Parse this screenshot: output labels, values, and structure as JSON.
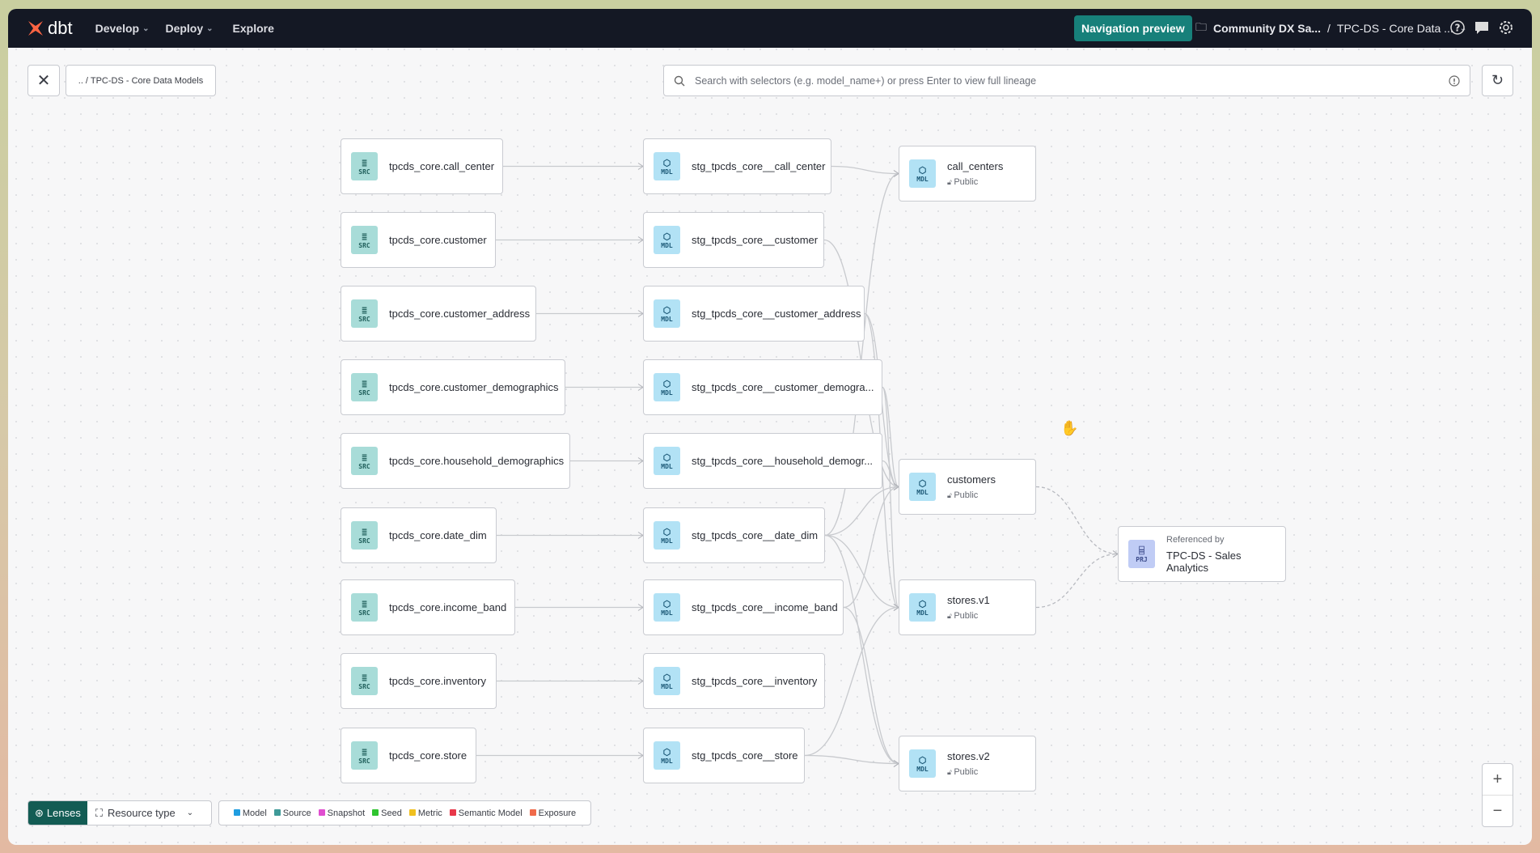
{
  "topbar": {
    "brand": "dbt",
    "nav": [
      {
        "label": "Develop",
        "dropdown": true
      },
      {
        "label": "Deploy",
        "dropdown": true
      },
      {
        "label": "Explore",
        "dropdown": false
      }
    ],
    "nav_preview": "Navigation preview",
    "account": "Community DX Sa...",
    "project": "TPC-DS - Core Data ...",
    "icons": [
      "help-icon",
      "feedback-icon",
      "gear-icon"
    ]
  },
  "toolbar": {
    "breadcrumb": ".. / TPC-DS - Core Data Models",
    "search_placeholder": "Search with selectors (e.g. model_name+) or press Enter to view full lineage"
  },
  "sources": [
    {
      "name": "tpcds_core.call_center",
      "badge": "SRC"
    },
    {
      "name": "tpcds_core.customer",
      "badge": "SRC"
    },
    {
      "name": "tpcds_core.customer_address",
      "badge": "SRC"
    },
    {
      "name": "tpcds_core.customer_demographics",
      "badge": "SRC"
    },
    {
      "name": "tpcds_core.household_demographics",
      "badge": "SRC"
    },
    {
      "name": "tpcds_core.date_dim",
      "badge": "SRC"
    },
    {
      "name": "tpcds_core.income_band",
      "badge": "SRC"
    },
    {
      "name": "tpcds_core.inventory",
      "badge": "SRC"
    },
    {
      "name": "tpcds_core.store",
      "badge": "SRC"
    }
  ],
  "staging": [
    {
      "name": "stg_tpcds_core__call_center",
      "badge": "MDL"
    },
    {
      "name": "stg_tpcds_core__customer",
      "badge": "MDL"
    },
    {
      "name": "stg_tpcds_core__customer_address",
      "badge": "MDL"
    },
    {
      "name": "stg_tpcds_core__customer_demogra...",
      "badge": "MDL"
    },
    {
      "name": "stg_tpcds_core__household_demogr...",
      "badge": "MDL"
    },
    {
      "name": "stg_tpcds_core__date_dim",
      "badge": "MDL"
    },
    {
      "name": "stg_tpcds_core__income_band",
      "badge": "MDL"
    },
    {
      "name": "stg_tpcds_core__inventory",
      "badge": "MDL"
    },
    {
      "name": "stg_tpcds_core__store",
      "badge": "MDL"
    }
  ],
  "marts": [
    {
      "name": "call_centers",
      "badge": "MDL",
      "access": "Public"
    },
    {
      "name": "customers",
      "badge": "MDL",
      "access": "Public"
    },
    {
      "name": "stores.v1",
      "badge": "MDL",
      "access": "Public"
    },
    {
      "name": "stores.v2",
      "badge": "MDL",
      "access": "Public"
    }
  ],
  "project_ref": {
    "badge": "PRJ",
    "label": "Referenced by",
    "name": "TPC-DS - Sales Analytics"
  },
  "edges_stg_to_mart": [
    [
      0,
      0
    ],
    [
      5,
      0
    ],
    [
      1,
      1
    ],
    [
      2,
      1
    ],
    [
      3,
      1
    ],
    [
      4,
      1
    ],
    [
      5,
      1
    ],
    [
      6,
      1
    ],
    [
      2,
      2
    ],
    [
      5,
      2
    ],
    [
      8,
      2
    ],
    [
      3,
      2
    ],
    [
      5,
      3
    ],
    [
      8,
      3
    ],
    [
      6,
      3
    ]
  ],
  "edges_mart_to_project": [
    1,
    2
  ],
  "lenses": {
    "label": "Lenses",
    "resource_type": "Resource type"
  },
  "legend": [
    {
      "label": "Model",
      "color": "#1f9de0"
    },
    {
      "label": "Source",
      "color": "#3f9a98"
    },
    {
      "label": "Snapshot",
      "color": "#e04ed0"
    },
    {
      "label": "Seed",
      "color": "#2fc42f"
    },
    {
      "label": "Metric",
      "color": "#f0c020"
    },
    {
      "label": "Semantic Model",
      "color": "#e8384a"
    },
    {
      "label": "Exposure",
      "color": "#f06a4a"
    }
  ],
  "zoom": {
    "in": "+",
    "out": "−"
  }
}
